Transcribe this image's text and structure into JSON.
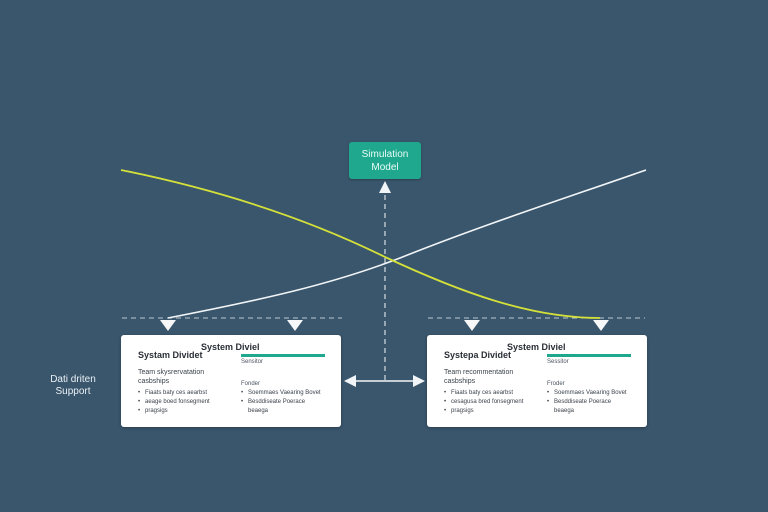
{
  "colors": {
    "background": "#3a566c",
    "accent": "#1fa88e",
    "curve_yellow": "#d4e03a",
    "curve_white": "#f2f5f7",
    "card_bg": "#ffffff"
  },
  "sim_node": {
    "line1": "Simulation",
    "line2": "Model"
  },
  "side_label": {
    "line1": "Dati driten",
    "line2": "Support"
  },
  "cards": [
    {
      "title_a": "System Diviel",
      "title_b": "Systam Dividet",
      "bar_label": "Sensitor",
      "lead_line1": "Team skysrervatation",
      "lead_line2": "casbships",
      "sub_head": "Fonder",
      "left_bullets": [
        "Fiaats baty ces aearbst",
        "aeage boed fonsegment",
        "pragsigs"
      ],
      "right_bullets": [
        "Soemmaes Vaearing Bovet",
        "Besddiseate Poerace",
        "beaega"
      ]
    },
    {
      "title_a": "System Diviel",
      "title_b": "Systepa Dividet",
      "bar_label": "Sessitor",
      "lead_line1": "Team recommentation",
      "lead_line2": "casbships",
      "sub_head": "Froder",
      "left_bullets": [
        "Fiaats baty ces aearbst",
        "cesagusa bred fonsegment",
        "pragsigs"
      ],
      "right_bullets": [
        "Soemmaes Vaearing Bovet",
        "Besddiseate Poerace",
        "beaega"
      ]
    }
  ]
}
